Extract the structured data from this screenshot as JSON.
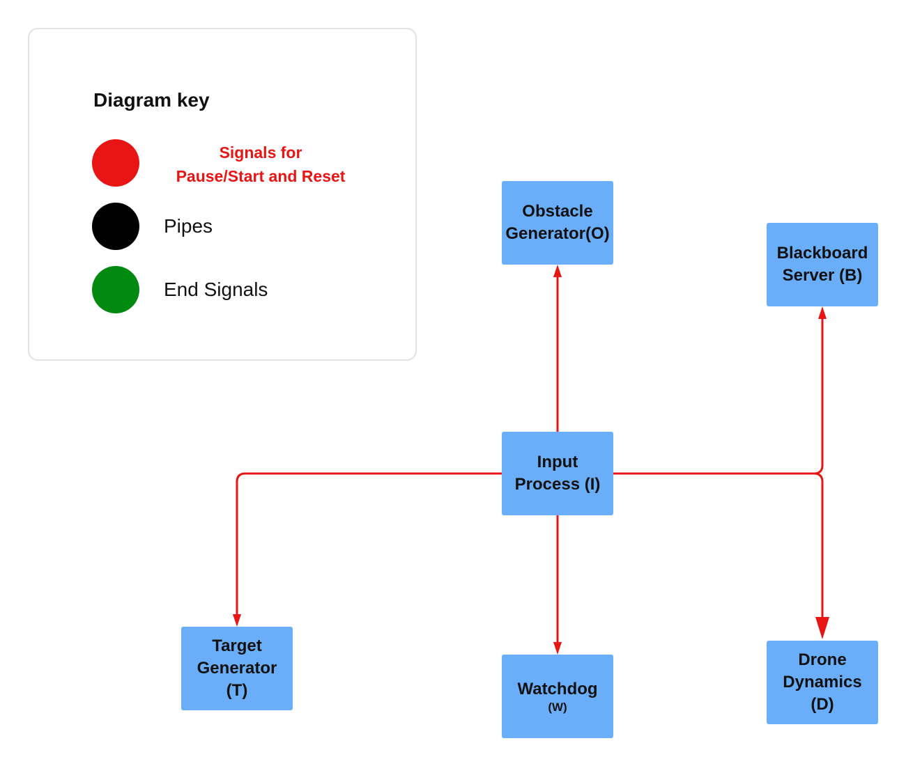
{
  "key": {
    "title": "Diagram key",
    "items": [
      {
        "color": "#e81515",
        "lines": [
          "Signals for",
          "Pause/Start and Reset"
        ],
        "label_color": "#e81515"
      },
      {
        "color": "#000000",
        "lines": [
          "Pipes"
        ],
        "label_color": "#111111"
      },
      {
        "color": "#008a10",
        "lines": [
          "End Signals"
        ],
        "label_color": "#111111"
      }
    ]
  },
  "nodes": {
    "obstacle": {
      "lines": [
        "Obstacle",
        "Generator(O)"
      ]
    },
    "blackboard": {
      "lines": [
        "Blackboard",
        "Server (B)"
      ]
    },
    "input": {
      "lines": [
        "Input",
        "Process (I)"
      ]
    },
    "target": {
      "lines": [
        "Target",
        "Generator",
        "(T)"
      ]
    },
    "watchdog": {
      "lines": [
        "Watchdog"
      ],
      "sub": "(W)"
    },
    "drone": {
      "lines": [
        "Drone",
        "Dynamics",
        "(D)"
      ]
    }
  },
  "colors": {
    "node_fill": "#6aaefa",
    "signal": "#e81515"
  }
}
